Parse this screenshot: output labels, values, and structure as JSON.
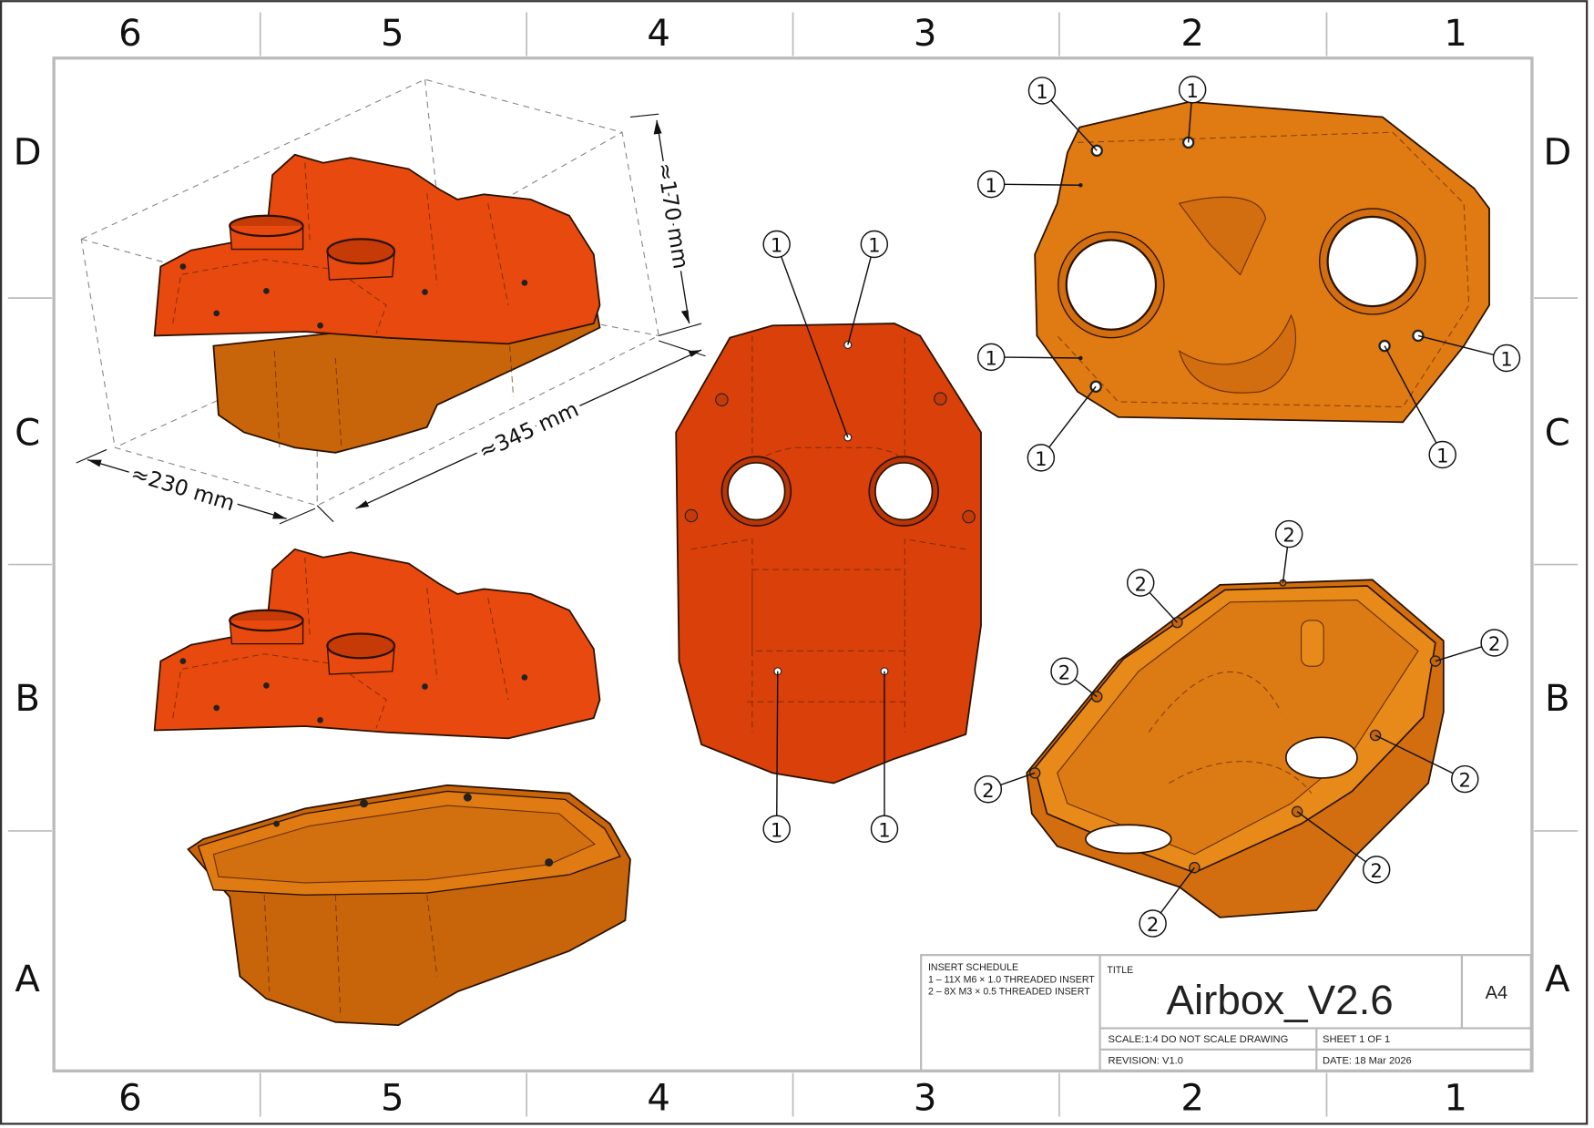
{
  "sheet": {
    "columns": [
      "6",
      "5",
      "4",
      "3",
      "2",
      "1"
    ],
    "rows": [
      "D",
      "C",
      "B",
      "A"
    ]
  },
  "dimensions": {
    "height": "≈170 mm",
    "length": "≈345 mm",
    "width": "≈230 mm"
  },
  "balloons": {
    "plan_view": [
      "1",
      "1",
      "1",
      "1",
      "1",
      "1",
      "1"
    ],
    "front_view": [
      "1",
      "1",
      "1",
      "1"
    ],
    "tray_view": [
      "2",
      "2",
      "2",
      "2",
      "2",
      "2",
      "2",
      "2"
    ]
  },
  "title_block": {
    "insert_schedule_heading": "INSERT SCHEDULE",
    "insert_schedule_lines": [
      "1 – 11X M6 × 1.0 THREADED INSERT",
      "2 – 8X M3 × 0.5 THREADED INSERT"
    ],
    "title_label": "TITLE",
    "title": "Airbox_V2.6",
    "size": "A4",
    "scale": "SCALE:1:4   DO NOT SCALE DRAWING",
    "sheet": "SHEET 1 OF 1",
    "revision": "REVISION: V1.0",
    "date": "DATE: 18 Mar 2026"
  },
  "colors": {
    "lid": "#e8490f",
    "body": "#c8650a",
    "plan": "#e07a12",
    "tray_inner": "#e88a1a"
  }
}
